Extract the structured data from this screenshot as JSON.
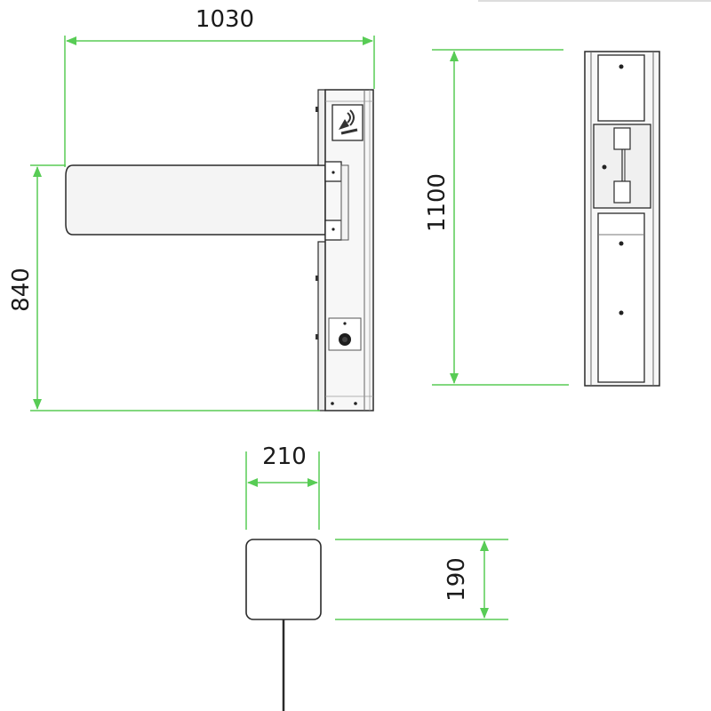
{
  "dimensions": {
    "gate_length": "1030",
    "barrier_height": "840",
    "post_height": "1100",
    "reader_width": "210",
    "reader_height": "190"
  },
  "colors": {
    "dimension_line": "#58cc55",
    "outline": "#2a2a2a",
    "background": "#ffffff"
  },
  "icons": {
    "reader_symbol": "contactless-card-icon"
  }
}
